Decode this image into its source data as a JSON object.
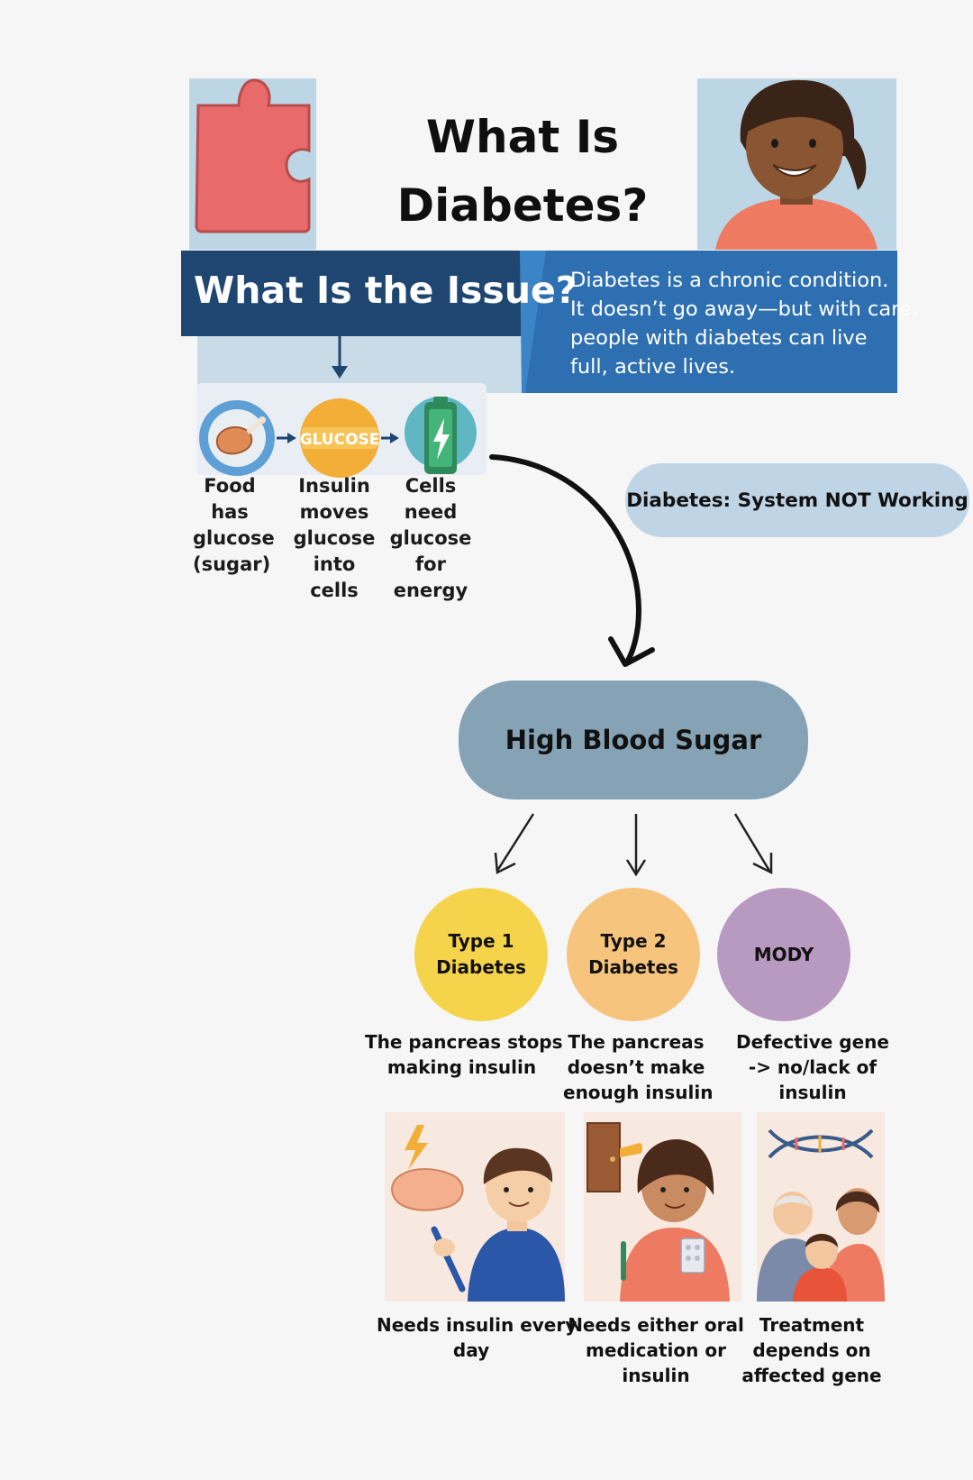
{
  "header": {
    "title_lines": [
      "What Is",
      "Diabetes?"
    ]
  },
  "issue": {
    "title": "What Is the Issue?",
    "description_lines": [
      "Diabetes is a chronic condition.",
      "It doesn’t go away—but with care,",
      "people with diabetes can live",
      "full, active lives."
    ]
  },
  "process": {
    "glucose_badge": "GLUCOSE",
    "steps": [
      {
        "icon": "food-icon",
        "lines": [
          "Food",
          "has",
          "glucose",
          "(sugar)"
        ]
      },
      {
        "icon": "glucose-icon",
        "lines": [
          "Insulin",
          "moves",
          "glucose",
          "into cells"
        ]
      },
      {
        "icon": "battery-icon",
        "lines": [
          "Cells need",
          "glucose",
          "for energy"
        ]
      }
    ]
  },
  "system_bubble": "Diabetes: System NOT Working",
  "high_blood_sugar": "High Blood Sugar",
  "types": [
    {
      "name_lines": [
        "Type 1",
        "Diabetes"
      ],
      "color": "#f5d34a",
      "cause_lines": [
        "The pancreas stops",
        "making insulin"
      ],
      "treatment_lines": [
        "Needs insulin every",
        "day"
      ]
    },
    {
      "name_lines": [
        "Type 2",
        "Diabetes"
      ],
      "color": "#f6c47c",
      "cause_lines": [
        "The pancreas",
        "doesn’t make",
        "enough insulin"
      ],
      "treatment_lines": [
        "Needs either oral",
        "medication or",
        "insulin"
      ]
    },
    {
      "name_lines": [
        "MODY"
      ],
      "color": "#b89ac1",
      "cause_lines": [
        "Defective gene",
        "-> no/lack of",
        "insulin"
      ],
      "treatment_lines": [
        "Treatment",
        "depends on",
        "affected gene"
      ]
    }
  ],
  "colors": {
    "background": "#f6f6f6",
    "panel_light_blue": "#bcd6e6",
    "band_dark_navy": "#1f4670",
    "band_blue": "#2e6fb2",
    "puzzle_red": "#e86a6a",
    "glucose_orange": "#f2ae36",
    "battery_green": "#3aa873"
  }
}
